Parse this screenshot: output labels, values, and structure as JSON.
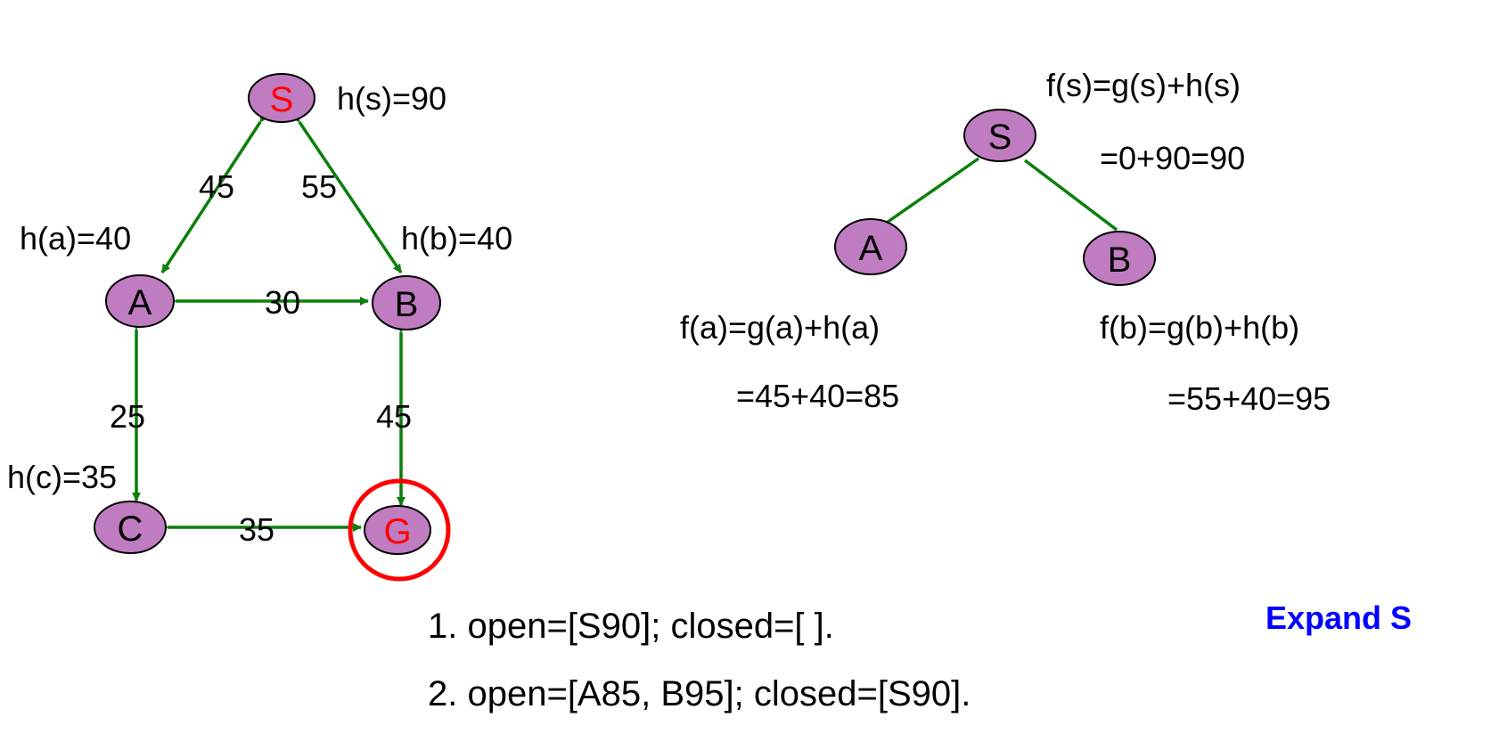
{
  "colors": {
    "node_fill": "#c07cc0",
    "edge": "#0a7f0a",
    "highlight": "#ff0000",
    "action": "#0000ff"
  },
  "graph": {
    "nodes": {
      "S": {
        "label": "S",
        "heuristic": "h(s)=90"
      },
      "A": {
        "label": "A",
        "heuristic": "h(a)=40"
      },
      "B": {
        "label": "B",
        "heuristic": "h(b)=40"
      },
      "C": {
        "label": "C",
        "heuristic": "h(c)=35"
      },
      "G": {
        "label": "G"
      }
    },
    "edges": {
      "S_A": "45",
      "S_B": "55",
      "A_B": "30",
      "A_C": "25",
      "B_G": "45",
      "C_G": "35"
    }
  },
  "tree": {
    "root": {
      "label": "S",
      "formula": "f(s)=g(s)+h(s)",
      "value": "=0+90=90"
    },
    "left": {
      "label": "A",
      "formula": "f(a)=g(a)+h(a)",
      "value": "=45+40=85"
    },
    "right": {
      "label": "B",
      "formula": "f(b)=g(b)+h(b)",
      "value": "=55+40=95"
    }
  },
  "steps": [
    "1. open=[S90]; closed=[ ].",
    "2. open=[A85, B95]; closed=[S90]."
  ],
  "action": "Expand S"
}
